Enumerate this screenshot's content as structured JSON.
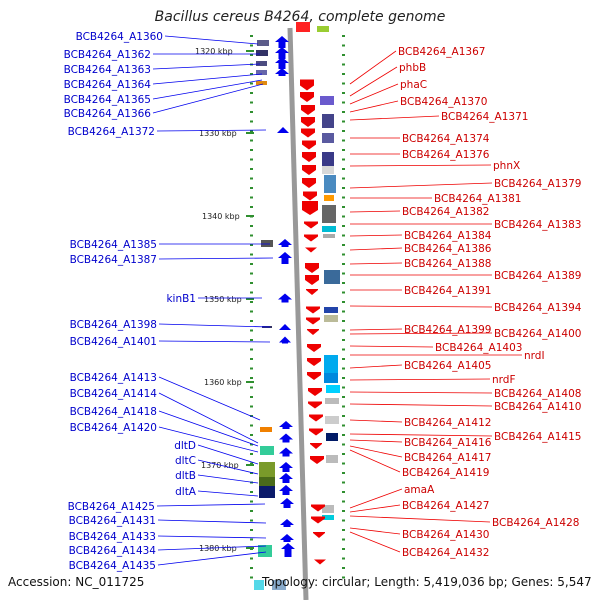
{
  "title": "Bacillus cereus B4264, complete genome",
  "footer": {
    "accession": "Accession: NC_011725",
    "topology": "Topology: circular; Length: 5,419,036 bp; Genes: 5,547"
  },
  "colors": {
    "forward": "#0000ee",
    "reverse": "#ee0000",
    "backbone": "#999999",
    "ticks": "#2f8f2f"
  },
  "kbp_ticks": [
    "1320 kbp",
    "1330 kbp",
    "1340 kbp",
    "1350 kbp",
    "1360 kbp",
    "1370 kbp",
    "1380 kbp"
  ],
  "left_genes": [
    "BCB4264_A1360",
    "BCB4264_A1362",
    "BCB4264_A1363",
    "BCB4264_A1364",
    "BCB4264_A1365",
    "BCB4264_A1366",
    "BCB4264_A1372",
    "BCB4264_A1385",
    "BCB4264_A1387",
    "kinB1",
    "BCB4264_A1398",
    "BCB4264_A1401",
    "BCB4264_A1413",
    "BCB4264_A1414",
    "BCB4264_A1418",
    "BCB4264_A1420",
    "dltD",
    "dltC",
    "dltB",
    "dltA",
    "BCB4264_A1425",
    "BCB4264_A1431",
    "BCB4264_A1433",
    "BCB4264_A1434",
    "BCB4264_A1435"
  ],
  "right_genes": [
    "BCB4264_A1367",
    "phbB",
    "phaC",
    "BCB4264_A1370",
    "BCB4264_A1371",
    "BCB4264_A1374",
    "BCB4264_A1376",
    "phnX",
    "BCB4264_A1379",
    "BCB4264_A1381",
    "BCB4264_A1382",
    "BCB4264_A1383",
    "BCB4264_A1384",
    "BCB4264_A1386",
    "BCB4264_A1388",
    "BCB4264_A1389",
    "BCB4264_A1391",
    "BCB4264_A1394",
    "BCB4264_A1399",
    "BCB4264_A1400",
    "BCB4264_A1403",
    "nrdI",
    "BCB4264_A1405",
    "nrdF",
    "BCB4264_A1408",
    "BCB4264_A1410",
    "BCB4264_A1412",
    "BCB4264_A1415",
    "BCB4264_A1416",
    "BCB4264_A1417",
    "BCB4264_A1419",
    "amaA",
    "BCB4264_A1427",
    "BCB4264_A1428",
    "BCB4264_A1430",
    "BCB4264_A1432"
  ]
}
